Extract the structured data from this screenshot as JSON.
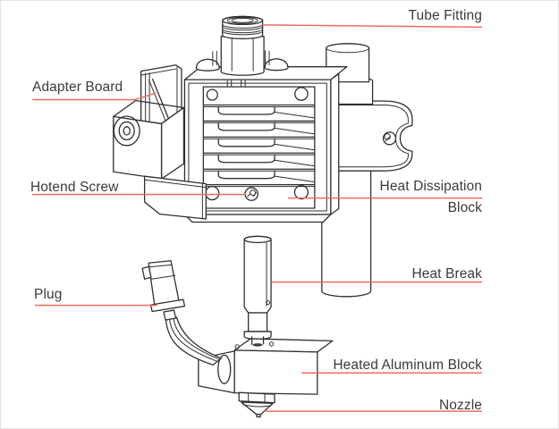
{
  "colors": {
    "leader": "#ee6e62",
    "line": "#2f2f2f",
    "text": "#3a3a3a",
    "background": "#ffffff"
  },
  "labels": {
    "tube_fitting": "Tube Fitting",
    "adapter_board": "Adapter Board",
    "hotend_screw": "Hotend Screw",
    "heat_dissipation": {
      "line1": "Heat Dissipation",
      "line2": "Block"
    },
    "heat_break": "Heat Break",
    "plug": "Plug",
    "heated_aluminum_block": "Heated Aluminum Block",
    "nozzle": "Nozzle"
  }
}
